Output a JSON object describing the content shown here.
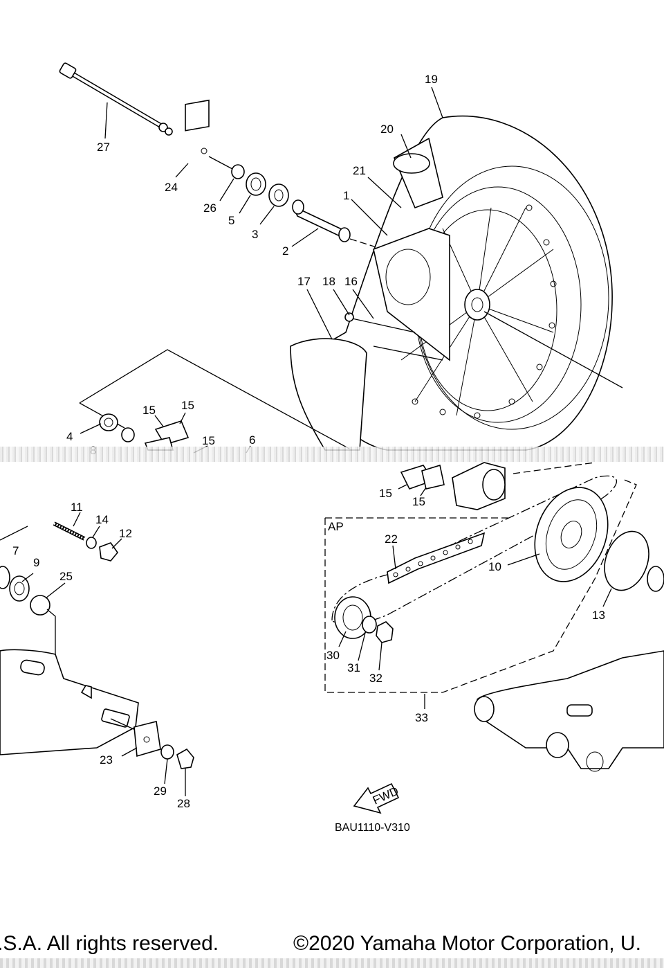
{
  "parts": [
    {
      "num": "1"
    },
    {
      "num": "2"
    },
    {
      "num": "3"
    },
    {
      "num": "4"
    },
    {
      "num": "5"
    },
    {
      "num": "6"
    },
    {
      "num": "7"
    },
    {
      "num": "8"
    },
    {
      "num": "9"
    },
    {
      "num": "10"
    },
    {
      "num": "11"
    },
    {
      "num": "12"
    },
    {
      "num": "13"
    },
    {
      "num": "14"
    },
    {
      "num": "15"
    },
    {
      "num": "15"
    },
    {
      "num": "15"
    },
    {
      "num": "15"
    },
    {
      "num": "15"
    },
    {
      "num": "16"
    },
    {
      "num": "17"
    },
    {
      "num": "18"
    },
    {
      "num": "19"
    },
    {
      "num": "20"
    },
    {
      "num": "21"
    },
    {
      "num": "22"
    },
    {
      "num": "23"
    },
    {
      "num": "24"
    },
    {
      "num": "25"
    },
    {
      "num": "26"
    },
    {
      "num": "27"
    },
    {
      "num": "28"
    },
    {
      "num": "29"
    },
    {
      "num": "30"
    },
    {
      "num": "31"
    },
    {
      "num": "32"
    },
    {
      "num": "33"
    }
  ],
  "assembly_label": "AP",
  "fwd_label": "FWD",
  "drawing_code": "BAU1110-V310",
  "footer": {
    "left": ".S.A. All rights reserved.",
    "right": "©2020 Yamaha Motor Corporation, U."
  }
}
